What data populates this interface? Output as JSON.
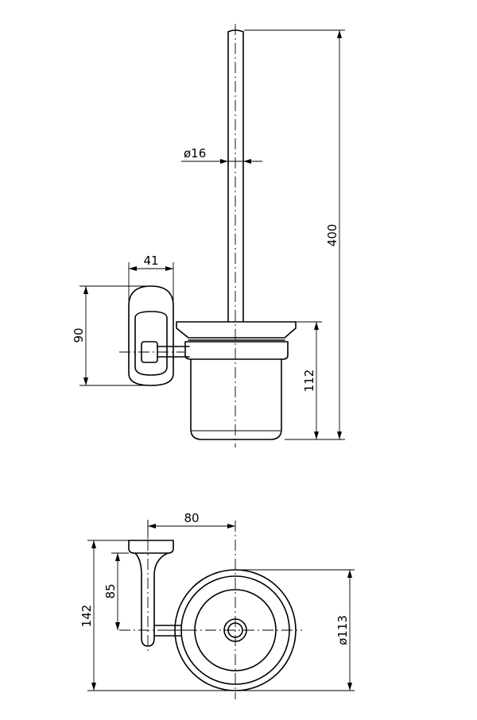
{
  "dimensions": {
    "rod_diameter": "ø16",
    "total_height": "400",
    "bracket_width": "41",
    "bracket_height": "90",
    "cup_height": "112",
    "projection": "80",
    "mount_offset": "85",
    "overall_depth": "142",
    "cup_diameter": "ø113"
  }
}
